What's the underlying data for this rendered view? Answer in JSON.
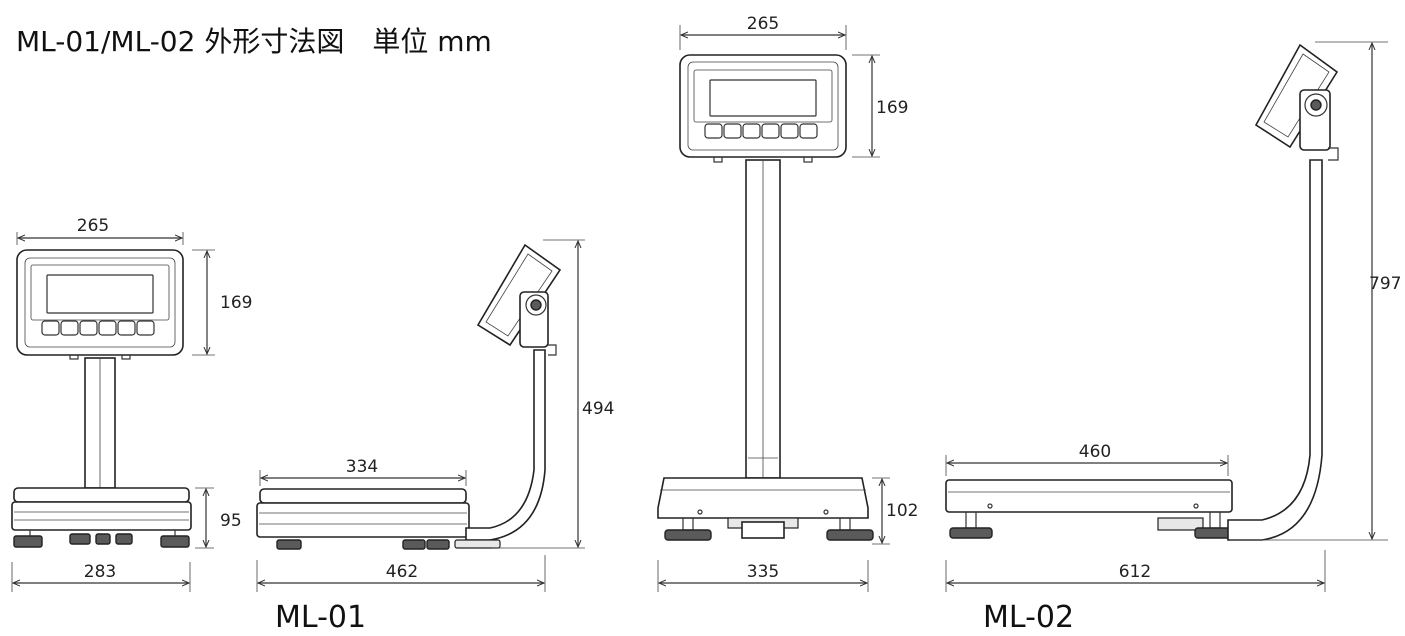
{
  "title": "ML-01/ML-02 外形寸法図　単位 mm",
  "models": {
    "ml01": "ML-01",
    "ml02": "ML-02"
  },
  "dimensions": {
    "ml01_front_width": "265",
    "ml01_front_height": "169",
    "ml01_base_height": "95",
    "ml01_base_width": "283",
    "ml01_platform_width": "334",
    "ml01_total_height": "494",
    "ml01_total_depth": "462",
    "ml02_head_width": "265",
    "ml02_head_height": "169",
    "ml02_base_height": "102",
    "ml02_base_width": "335",
    "ml02_platform_width": "460",
    "ml02_total_height": "797",
    "ml02_total_depth": "612"
  }
}
